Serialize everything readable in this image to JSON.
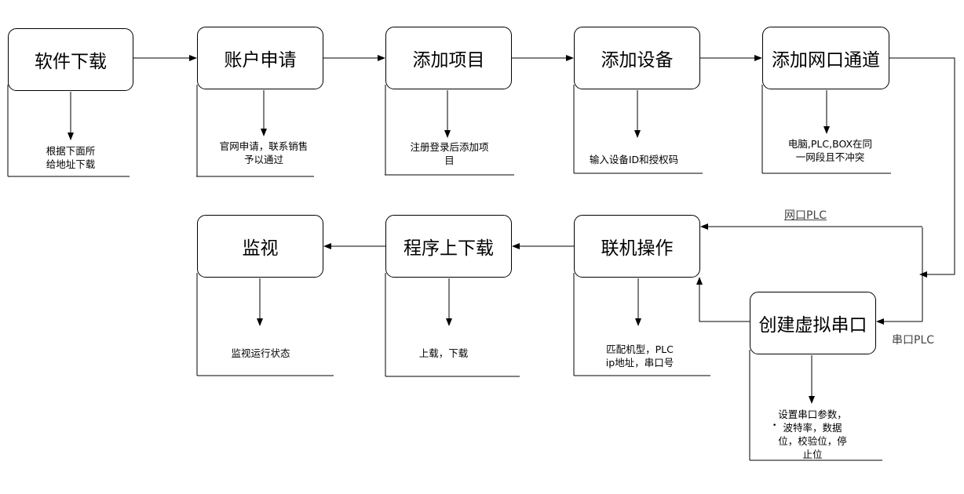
{
  "steps": {
    "download": "软件下载",
    "account": "账户申请",
    "project": "添加项目",
    "device": "添加设备",
    "net_channel": "添加网口通道",
    "online": "联机操作",
    "program": "程序上下载",
    "monitor": "监视",
    "virtual_serial": "创建虚拟串口"
  },
  "notes": {
    "download": [
      "根据下面所",
      "给地址下载"
    ],
    "account": [
      "官网申请，联系销售",
      "予以通过"
    ],
    "project": [
      "注册登录后添加项",
      "目"
    ],
    "device": [
      "输入设备ID和授权码"
    ],
    "net_channel": [
      "电脑,PLC,BOX在同",
      "一网段且不冲突"
    ],
    "online": [
      "匹配机型，PLC",
      "ip地址，串口号"
    ],
    "program": [
      "上载，下载"
    ],
    "monitor": [
      "监视运行状态"
    ],
    "virtual_serial": [
      "设置串口参数，",
      "波特率，数据",
      "位，校验位，停",
      "止位"
    ]
  },
  "edge_labels": {
    "net_plc": "网口PLC",
    "serial_plc": "串口PLC"
  }
}
